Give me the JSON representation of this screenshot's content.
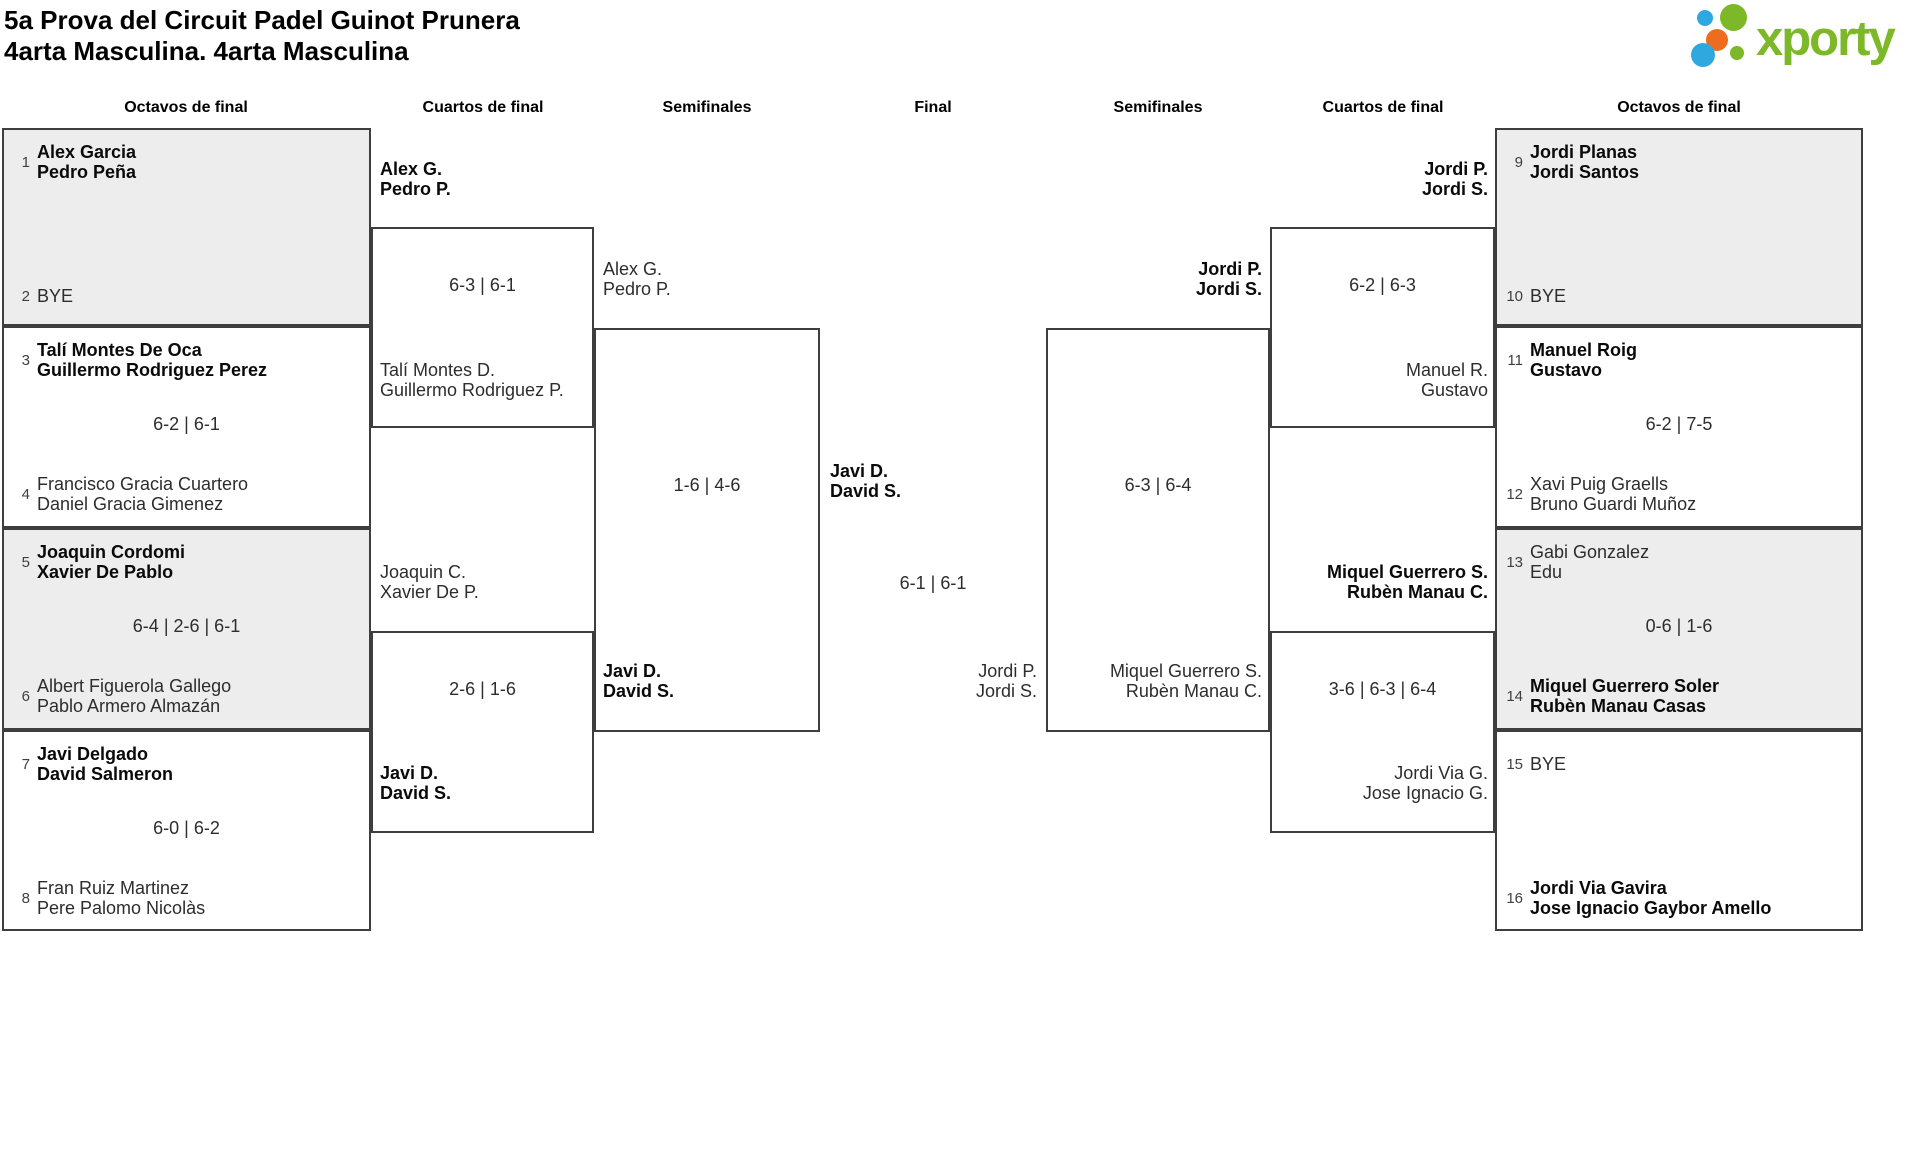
{
  "title": {
    "line1": "5a Prova del Circuit Padel Guinot Prunera",
    "line2": "4arta Masculina. 4arta Masculina"
  },
  "logo": {
    "brand": "xporty"
  },
  "colors": {
    "brand_green": "#7cb827",
    "dot_blue": "#2fa8e0",
    "dot_orange": "#ed6c1e",
    "box_shade": "#ededed",
    "line": "#3e3e3e"
  },
  "round_headers": [
    "Octavos de final",
    "Cuartos de final",
    "Semifinales",
    "Final",
    "Semifinales",
    "Cuartos de final",
    "Octavos de final"
  ],
  "bracket": {
    "octavos": [
      {
        "seed1": "1",
        "team1": [
          "Alex Garcia",
          "Pedro Peña"
        ],
        "winner1": true,
        "score": "",
        "seed2": "2",
        "team2": [
          "BYE"
        ],
        "winner2": false
      },
      {
        "seed1": "3",
        "team1": [
          "Talí Montes De Oca",
          "Guillermo Rodriguez Perez"
        ],
        "winner1": true,
        "score": "6-2 | 6-1",
        "seed2": "4",
        "team2": [
          "Francisco Gracia Cuartero",
          "Daniel Gracia Gimenez"
        ],
        "winner2": false
      },
      {
        "seed1": "5",
        "team1": [
          "Joaquin Cordomi",
          "Xavier De Pablo"
        ],
        "winner1": true,
        "score": "6-4 | 2-6 | 6-1",
        "seed2": "6",
        "team2": [
          "Albert Figuerola Gallego",
          "Pablo Armero Almazán"
        ],
        "winner2": false
      },
      {
        "seed1": "7",
        "team1": [
          "Javi Delgado",
          "David Salmeron"
        ],
        "winner1": true,
        "score": "6-0 | 6-2",
        "seed2": "8",
        "team2": [
          "Fran Ruiz Martinez",
          "Pere Palomo Nicolàs"
        ],
        "winner2": false
      },
      {
        "seed1": "9",
        "team1": [
          "Jordi Planas",
          "Jordi Santos"
        ],
        "winner1": true,
        "score": "",
        "seed2": "10",
        "team2": [
          "BYE"
        ],
        "winner2": false
      },
      {
        "seed1": "11",
        "team1": [
          "Manuel Roig",
          "Gustavo"
        ],
        "winner1": true,
        "score": "6-2 | 7-5",
        "seed2": "12",
        "team2": [
          "Xavi Puig Graells",
          "Bruno Guardi Muñoz"
        ],
        "winner2": false
      },
      {
        "seed1": "13",
        "team1": [
          "Gabi Gonzalez",
          "Edu"
        ],
        "winner1": false,
        "score": "0-6 | 1-6",
        "seed2": "14",
        "team2": [
          "Miquel Guerrero Soler",
          "Rubèn Manau Casas"
        ],
        "winner2": true
      },
      {
        "seed1": "15",
        "team1": [
          "BYE"
        ],
        "winner1": false,
        "score": "",
        "seed2": "16",
        "team2": [
          "Jordi Via Gavira",
          "Jose Ignacio Gaybor Amello"
        ],
        "winner2": true
      }
    ],
    "cuartos": [
      {
        "team1": [
          "Alex G.",
          "Pedro P."
        ],
        "winner1": true,
        "score": "6-3 | 6-1",
        "team2": [
          "Talí Montes D.",
          "Guillermo Rodriguez P."
        ],
        "winner2": false
      },
      {
        "team1": [
          "Joaquin C.",
          "Xavier De P."
        ],
        "winner1": false,
        "score": "2-6 | 1-6",
        "team2": [
          "Javi D.",
          "David S."
        ],
        "winner2": true
      },
      {
        "team1": [
          "Jordi P.",
          "Jordi S."
        ],
        "winner1": true,
        "score": "6-2 | 6-3",
        "team2": [
          "Manuel R.",
          "Gustavo"
        ],
        "winner2": false
      },
      {
        "team1": [
          "Miquel Guerrero S.",
          "Rubèn Manau C."
        ],
        "winner1": true,
        "score": "3-6 | 6-3 | 6-4",
        "team2": [
          "Jordi Via G.",
          "Jose Ignacio G."
        ],
        "winner2": false
      }
    ],
    "semifinales": [
      {
        "team1": [
          "Alex G.",
          "Pedro P."
        ],
        "winner1": false,
        "score": "1-6 | 4-6",
        "team2": [
          "Javi D.",
          "David S."
        ],
        "winner2": true
      },
      {
        "team1": [
          "Jordi P.",
          "Jordi S."
        ],
        "winner1": true,
        "score": "6-3 | 6-4",
        "team2": [
          "Miquel Guerrero S.",
          "Rubèn Manau C."
        ],
        "winner2": false
      }
    ],
    "final": {
      "team1": [
        "Javi D.",
        "David S."
      ],
      "winner1": true,
      "score": "6-1 | 6-1",
      "team2": [
        "Jordi P.",
        "Jordi S."
      ],
      "winner2": false
    }
  }
}
